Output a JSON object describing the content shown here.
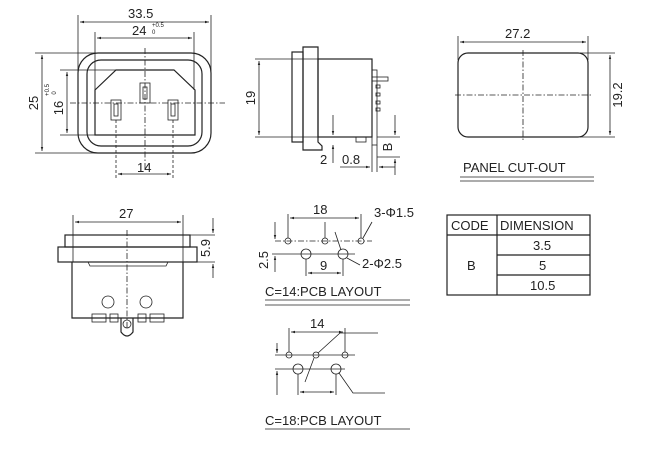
{
  "front_view": {
    "width": "33.5",
    "inner_width": "24",
    "inner_width_tol_upper": "+0.5",
    "inner_width_tol_lower": "0",
    "height": "25",
    "inner_height": "16",
    "inner_height_tol_upper": "+0.5",
    "inner_height_tol_lower": "0",
    "pin_pitch": "14"
  },
  "side_view": {
    "height": "19",
    "dim_a": "2",
    "dim_b": "0.8",
    "dim_c": "B"
  },
  "panel_cutout": {
    "width": "27.2",
    "height": "19.2",
    "title": "PANEL CUT-OUT"
  },
  "bottom_view": {
    "width": "27",
    "flange_height": "5.9"
  },
  "pcb14": {
    "span": "18",
    "small_holes": "3-Φ1.5",
    "large_holes": "2-Φ2.5",
    "offset": "2.5",
    "pitch": "9",
    "title": "C=14:PCB LAYOUT"
  },
  "pcb18": {
    "span": "14",
    "title": "C=18:PCB LAYOUT"
  },
  "table": {
    "headers": [
      "CODE",
      "DIMENSION"
    ],
    "code": "B",
    "values": [
      "3.5",
      "5",
      "10.5"
    ]
  }
}
